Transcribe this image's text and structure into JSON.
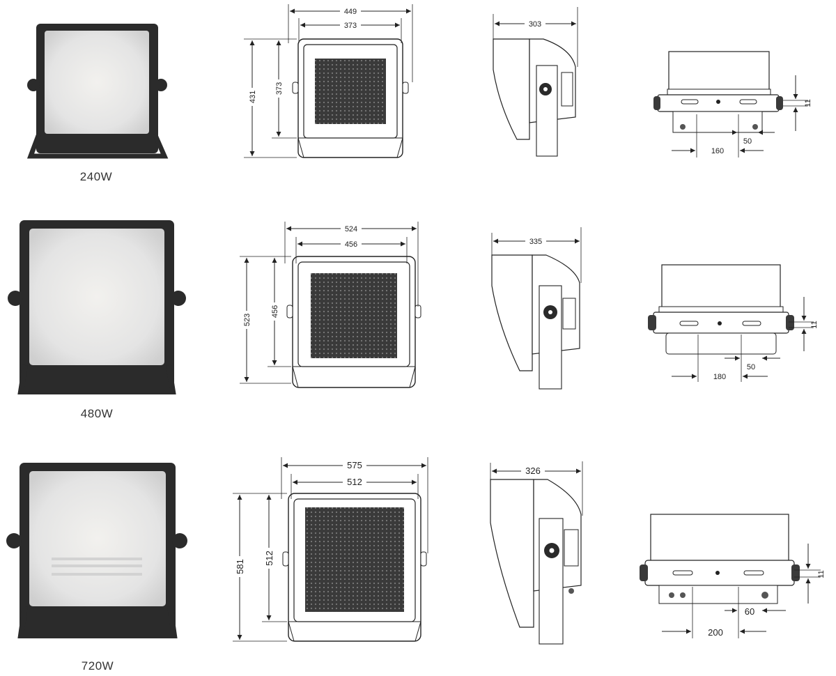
{
  "models": [
    {
      "caption": "240W",
      "front": {
        "outer_width": "449",
        "inner_width": "373",
        "height_total": "431",
        "height_inner": "373"
      },
      "side": {
        "depth": "303"
      },
      "bracket": {
        "spacing": "160",
        "slot": "50",
        "thickness": "11"
      }
    },
    {
      "caption": "480W",
      "front": {
        "outer_width": "524",
        "inner_width": "456",
        "height_total": "523",
        "height_inner": "456"
      },
      "side": {
        "depth": "335"
      },
      "bracket": {
        "spacing": "180",
        "slot": "50",
        "thickness": "11"
      }
    },
    {
      "caption": "720W",
      "front": {
        "outer_width": "575",
        "inner_width": "512",
        "height_total": "581",
        "height_inner": "512"
      },
      "side": {
        "depth": "326"
      },
      "bracket": {
        "spacing": "200",
        "slot": "60",
        "thickness": "11"
      }
    }
  ],
  "colors": {
    "housing": "#2a2a2a",
    "lens": "#e6e6e6",
    "line": "#222222",
    "led_grid": "#3a3a3a"
  }
}
